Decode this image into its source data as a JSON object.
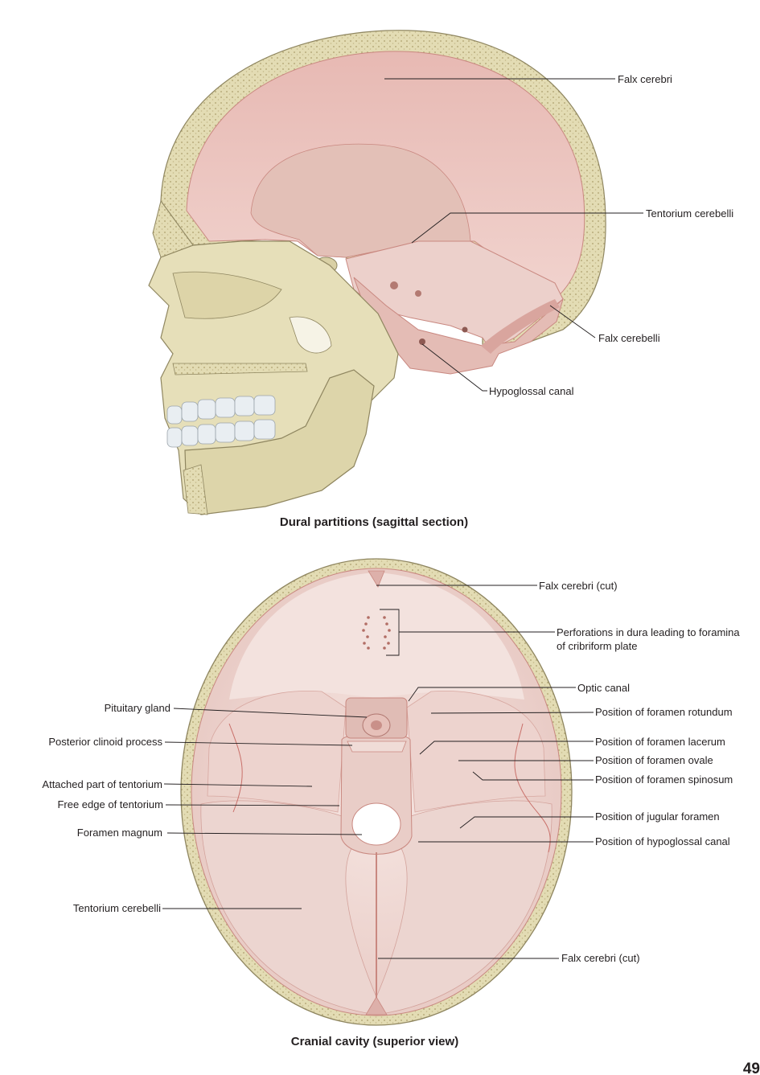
{
  "figures": [
    {
      "caption": "Dural partitions (sagittal section)",
      "labels": {
        "falx_cerebri": "Falx cerebri",
        "tentorium_cerebelli": "Tentorium cerebelli",
        "falx_cerebelli": "Falx cerebelli",
        "hypoglossal_canal": "Hypoglossal canal"
      }
    },
    {
      "caption": "Cranial cavity (superior view)",
      "labels": {
        "falx_cerebri_cut_top": "Falx cerebri (cut)",
        "perforations_line1": "Perforations in dura leading to foramina",
        "perforations_line2": "of cribriform plate",
        "optic_canal": "Optic canal",
        "pituitary_gland": "Pituitary gland",
        "foramen_rotundum": "Position of foramen rotundum",
        "posterior_clinoid": "Posterior clinoid process",
        "foramen_lacerum": "Position of foramen lacerum",
        "foramen_ovale": "Position of foramen ovale",
        "attached_tentorium": "Attached part of tentorium",
        "foramen_spinosum": "Position of foramen spinosum",
        "free_edge_tentorium": "Free edge of tentorium",
        "jugular_foramen": "Position of jugular foramen",
        "foramen_magnum": "Foramen magnum",
        "hypoglossal_position": "Position of hypoglossal canal",
        "tentorium_cerebelli": "Tentorium cerebelli",
        "falx_cerebri_cut_bottom": "Falx cerebri (cut)"
      }
    }
  ],
  "page_number": "49",
  "colors": {
    "bone": "#e3dcb4",
    "bone_outline": "#8f8660",
    "dura": "#e8c4bf",
    "dura_light": "#f2dcd8",
    "dura_fold": "#ddb0aa",
    "dura_edge": "#c98880",
    "teeth": "#e9eef2",
    "leader": "#231f20"
  }
}
